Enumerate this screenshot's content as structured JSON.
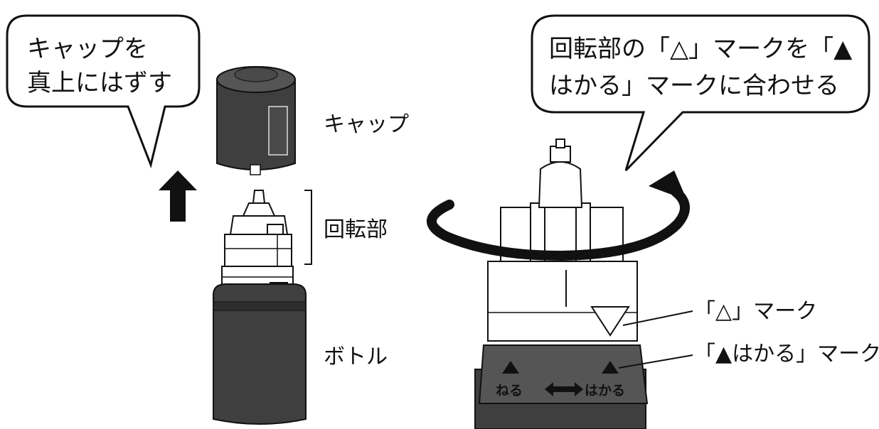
{
  "left_panel": {
    "bubble_line1": "キャップを",
    "bubble_line2": "真上にはずす",
    "label_cap": "キャップ",
    "label_rotating_part": "回転部",
    "label_bottle": "ボトル"
  },
  "right_panel": {
    "bubble_line1": "回転部の「△」マークを「▲",
    "bubble_line2": "はかる」マークに合わせる",
    "label_triangle_mark": "「△」マーク",
    "label_hakaru_mark": "「▲はかる」マーク",
    "base_text_right": "はかる",
    "base_text_left": "ねる"
  }
}
